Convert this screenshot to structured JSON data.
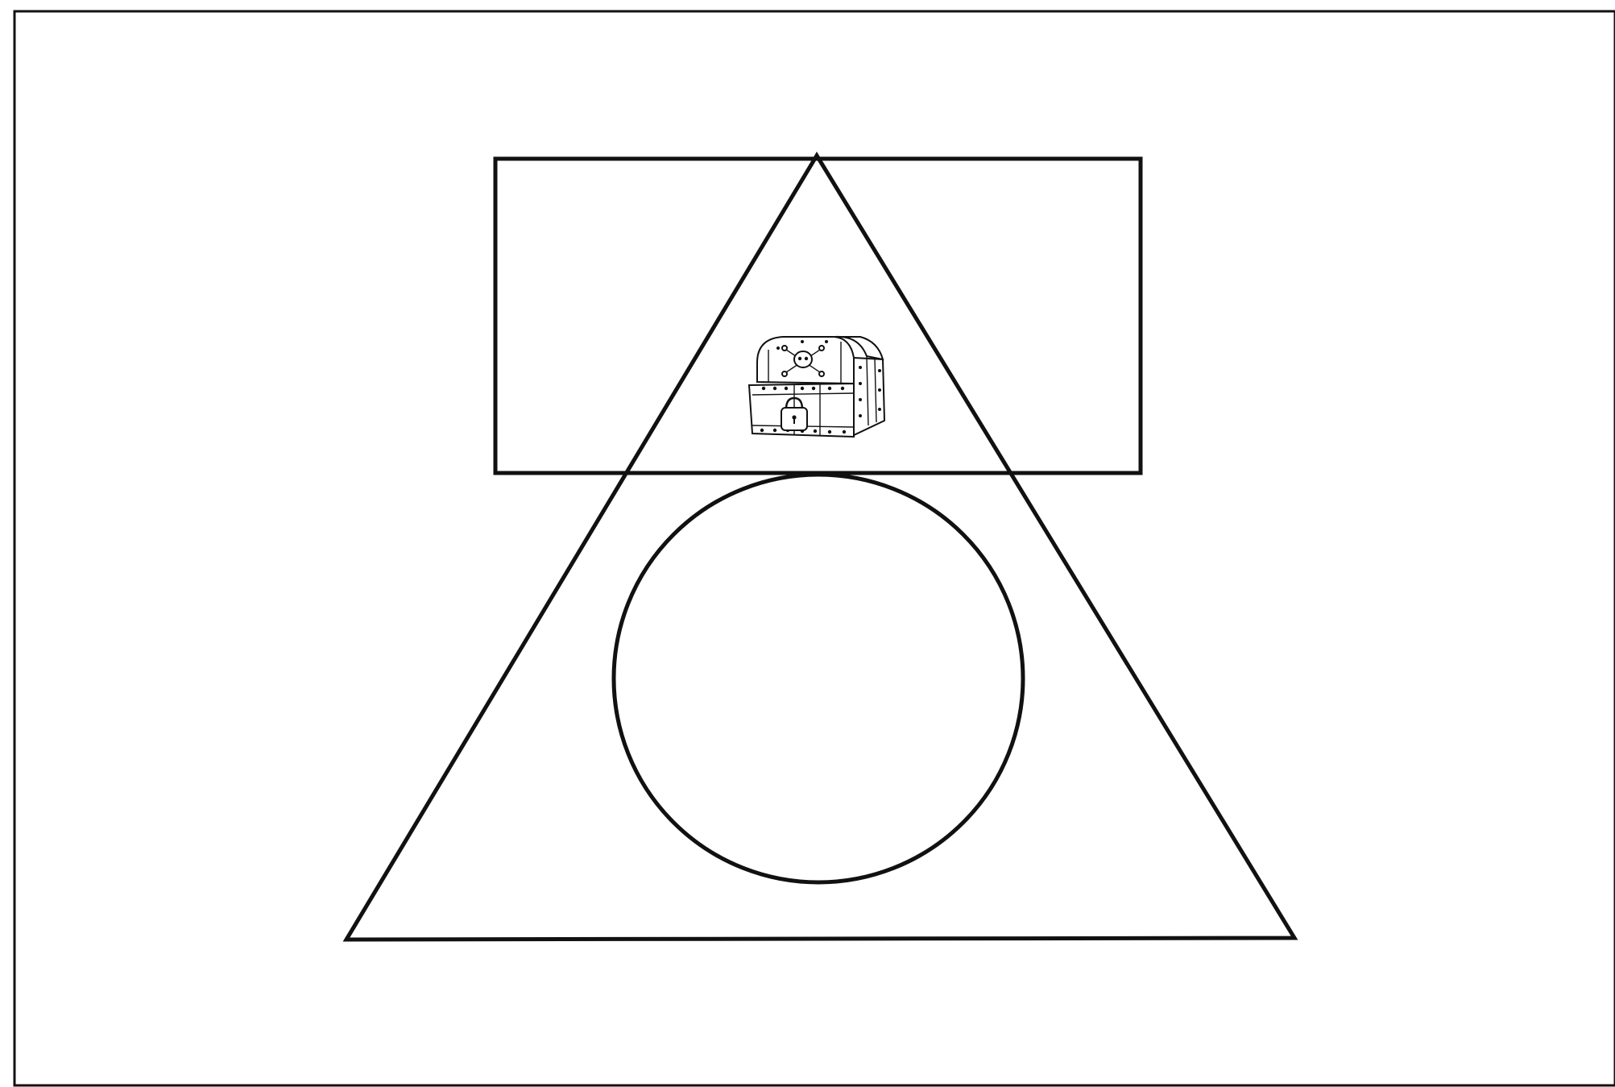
{
  "diagram": {
    "shapes": [
      "rectangle",
      "triangle",
      "circle"
    ],
    "icon": "treasure-chest-icon",
    "icon_decorations": [
      "skull-and-crossbones",
      "padlock"
    ],
    "colors": {
      "background": "#ffffff",
      "stroke": "#111111"
    }
  }
}
